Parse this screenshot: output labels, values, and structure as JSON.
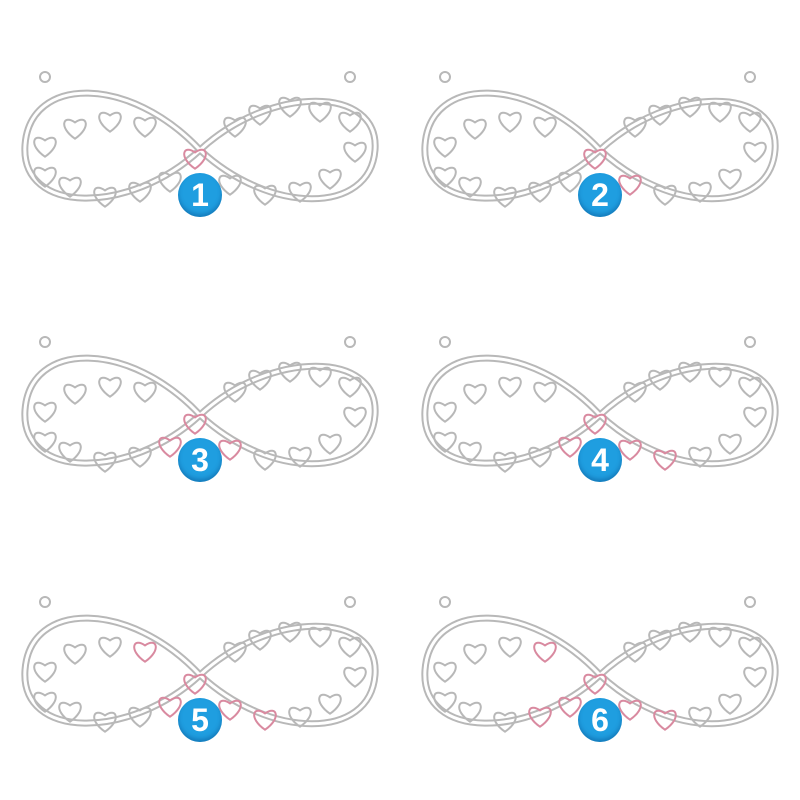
{
  "options": [
    {
      "number": "1",
      "stones": 1
    },
    {
      "number": "2",
      "stones": 2
    },
    {
      "number": "3",
      "stones": 3
    },
    {
      "number": "4",
      "stones": 4
    },
    {
      "number": "5",
      "stones": 5
    },
    {
      "number": "6",
      "stones": 6
    }
  ],
  "colors": {
    "badge": "#1f9ee0",
    "metal": "#b8b8b8",
    "stone": "#d98aa0"
  }
}
